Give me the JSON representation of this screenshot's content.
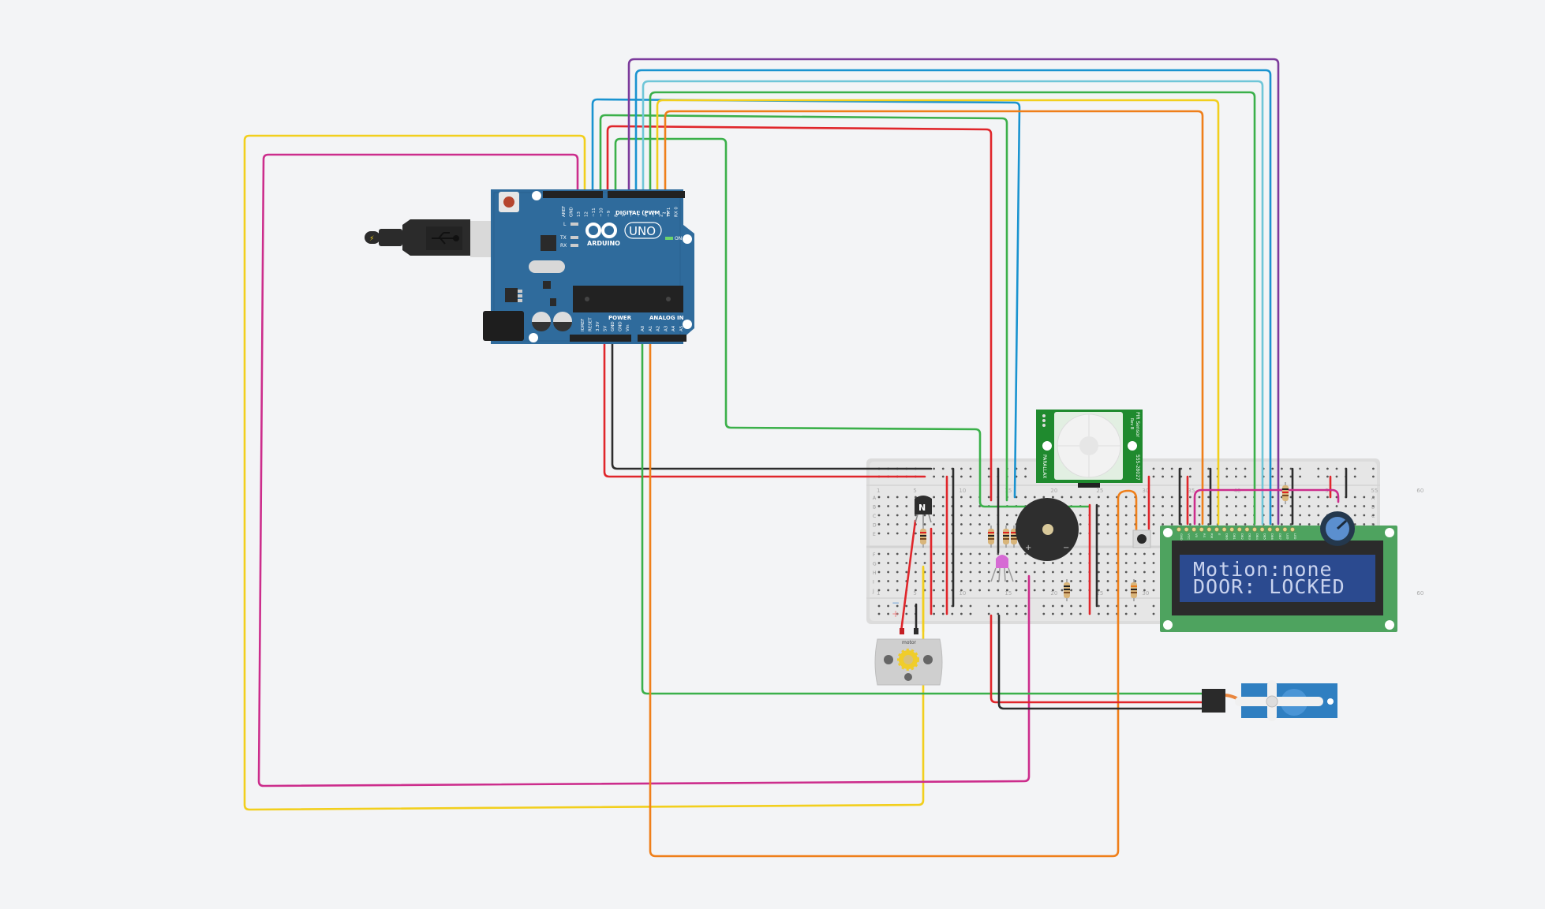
{
  "canvas": {
    "background": "#f3f4f6"
  },
  "arduino": {
    "brand": "ARDUINO",
    "model": "UNO",
    "digital_header_label": "DIGITAL (PWM ~)",
    "power_header_label": "POWER",
    "analog_header_label": "ANALOG IN",
    "on_label": "ON",
    "led_labels": [
      "L",
      "TX",
      "RX"
    ],
    "digital_pins": [
      "AREF",
      "GND",
      "13",
      "12",
      "~11",
      "~10",
      "~9",
      "8",
      "7",
      "~6",
      "~5",
      "4",
      "~3",
      "2",
      "TX 1",
      "RX 0"
    ],
    "power_pins": [
      "IOREF",
      "RESET",
      "3.3V",
      "5V",
      "GND",
      "GND",
      "Vin"
    ],
    "analog_pins": [
      "A0",
      "A1",
      "A2",
      "A3",
      "A4",
      "A5"
    ],
    "board_color": "#2f6b9c"
  },
  "usb_cable": {
    "icon": "usb-icon"
  },
  "breadboard": {
    "column_numbers_top": [
      "1",
      "5",
      "10",
      "15",
      "20",
      "25",
      "30",
      "35",
      "40",
      "45",
      "50",
      "55",
      "60"
    ],
    "row_letters": [
      "A",
      "B",
      "C",
      "D",
      "E",
      "F",
      "G",
      "H",
      "I",
      "J"
    ],
    "rail_minus": "−",
    "rail_plus": "+"
  },
  "transistor": {
    "label": "N"
  },
  "pir_sensor": {
    "title": "PIR Sensor",
    "rev": "Rev B",
    "brand": "PARALLAX",
    "part": "555-28027"
  },
  "buzzer": {
    "plus": "+",
    "minus": "−"
  },
  "dc_motor": {
    "label": "motor"
  },
  "lcd": {
    "line1": "Motion:none",
    "line2": "DOOR: LOCKED",
    "pins": [
      "GND",
      "VCC",
      "V0",
      "RS",
      "RW",
      "E",
      "DB0",
      "DB1",
      "DB2",
      "DB3",
      "DB4",
      "DB5",
      "DB6",
      "DB7",
      "LED",
      "LED"
    ],
    "backlight_color": "#2b4a8f"
  },
  "servo": {
    "color": "#2f7fc1"
  },
  "wire_colors": {
    "yellow": "#f2cf1d",
    "magenta": "#cc2d8c",
    "red": "#e0262b",
    "black": "#2d2d2d",
    "green": "#3bb04a",
    "blue": "#1a93d0",
    "lightblue": "#6fc6d8",
    "purple": "#7c3a9c",
    "orange": "#ef7f1a"
  }
}
